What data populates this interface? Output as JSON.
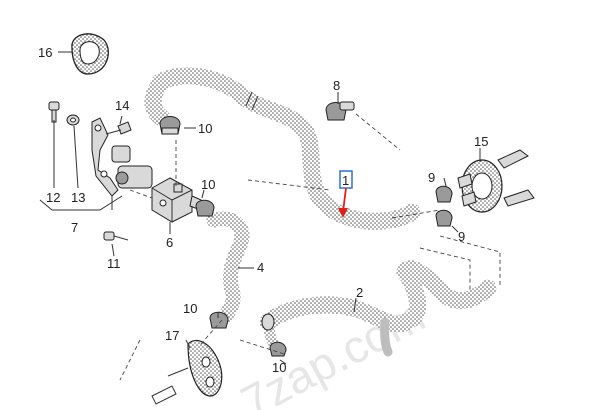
{
  "diagram": {
    "labels": {
      "l1": "1",
      "l2": "2",
      "l4": "4",
      "l6": "6",
      "l7": "7",
      "l8": "8",
      "l9a": "9",
      "l9b": "9",
      "l10a": "10",
      "l10b": "10",
      "l10c": "10",
      "l10d": "10",
      "l11": "11",
      "l12": "12",
      "l13": "13",
      "l14": "14",
      "l15": "15",
      "l16": "16",
      "l17": "17"
    },
    "watermark": "7zap.com",
    "colors": {
      "highlight_box": "#2f6fd6",
      "arrow": "#e0201b",
      "hose_pattern": "#cfcfcf"
    }
  }
}
